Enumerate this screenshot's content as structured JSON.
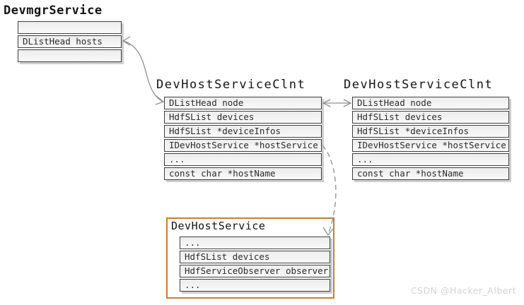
{
  "colors": {
    "background": "#ffffff",
    "box_border": "#3f3f3f",
    "cell_fill_top": "#ececec",
    "cell_fill_bottom": "#f9f9f9",
    "box_shadow": "#cfcfcf",
    "arrow": "#8f8f8f",
    "highlight_border": "#c67f35",
    "text": "#2b2b2b",
    "watermark": "#d3d3d3"
  },
  "boxes": {
    "devmgr_service": {
      "title": "DevmgrService",
      "rows": [
        "",
        "DListHead hosts",
        ""
      ]
    },
    "dev_host_service_clnt_left": {
      "title": "DevHostServiceClnt",
      "rows": [
        "DListHead node",
        "HdfSList devices",
        "HdfSList *deviceInfos",
        "IDevHostService *hostService",
        "...",
        "const char *hostName"
      ]
    },
    "dev_host_service_clnt_right": {
      "title": "DevHostServiceClnt",
      "rows": [
        "DListHead node",
        "HdfSList devices",
        "HdfSList *deviceInfos",
        "IDevHostService *hostService",
        "...",
        "const char *hostName"
      ]
    },
    "dev_host_service": {
      "title": "DevHostService",
      "rows": [
        "...",
        "HdfSList devices",
        "HdfServiceObserver observer",
        "..."
      ]
    }
  },
  "relations": [
    {
      "style": "curved-double-arrow-solid",
      "from": "DevHostServiceClnt(left).DListHead node",
      "to": "DevmgrService.DListHead hosts"
    },
    {
      "style": "straight-double-arrow-solid",
      "from": "DevHostServiceClnt(left).DListHead node",
      "to": "DevHostServiceClnt(right).DListHead node"
    },
    {
      "style": "curved-arrow-dashed",
      "from": "DevHostServiceClnt(left).IDevHostService *hostService",
      "to": "DevHostService"
    }
  ],
  "watermark": {
    "text": "CSDN @Hacker_Albert"
  }
}
